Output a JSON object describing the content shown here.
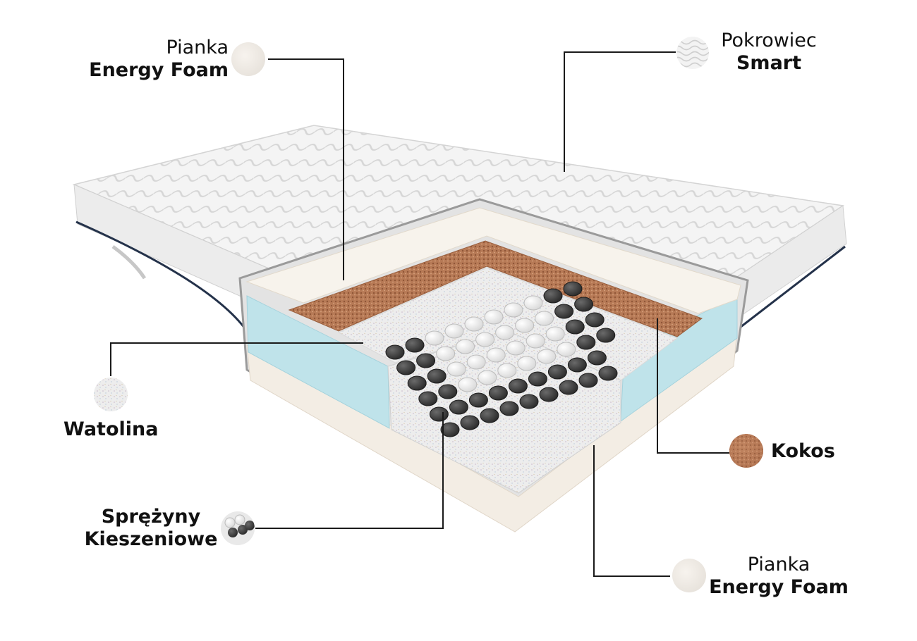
{
  "diagram": {
    "layers": [
      {
        "id": "top-foam",
        "line1": "Pianka",
        "line2": "Energy Foam"
      },
      {
        "id": "cover",
        "line1": "Pokrowiec",
        "line2": "Smart"
      },
      {
        "id": "watolina",
        "line1": "Watolina"
      },
      {
        "id": "kokos",
        "line1": "Kokos"
      },
      {
        "id": "springs",
        "line1": "Sprężyny",
        "line2": "Kieszeniowe"
      },
      {
        "id": "bottom-foam",
        "line1": "Pianka",
        "line2": "Energy Foam"
      }
    ]
  },
  "colors": {
    "cover": "#f2f2f2",
    "quilt": "#d9d9d9",
    "foam": "#f3ede4",
    "kokos": "#b77a56",
    "watolina": "#efefef",
    "side_foam": "#bfe3ea",
    "spring_dark": "#3b3b3b",
    "spring_light": "#f6f6f6",
    "piping": "#24324a",
    "leader": "#1a1a1a"
  }
}
